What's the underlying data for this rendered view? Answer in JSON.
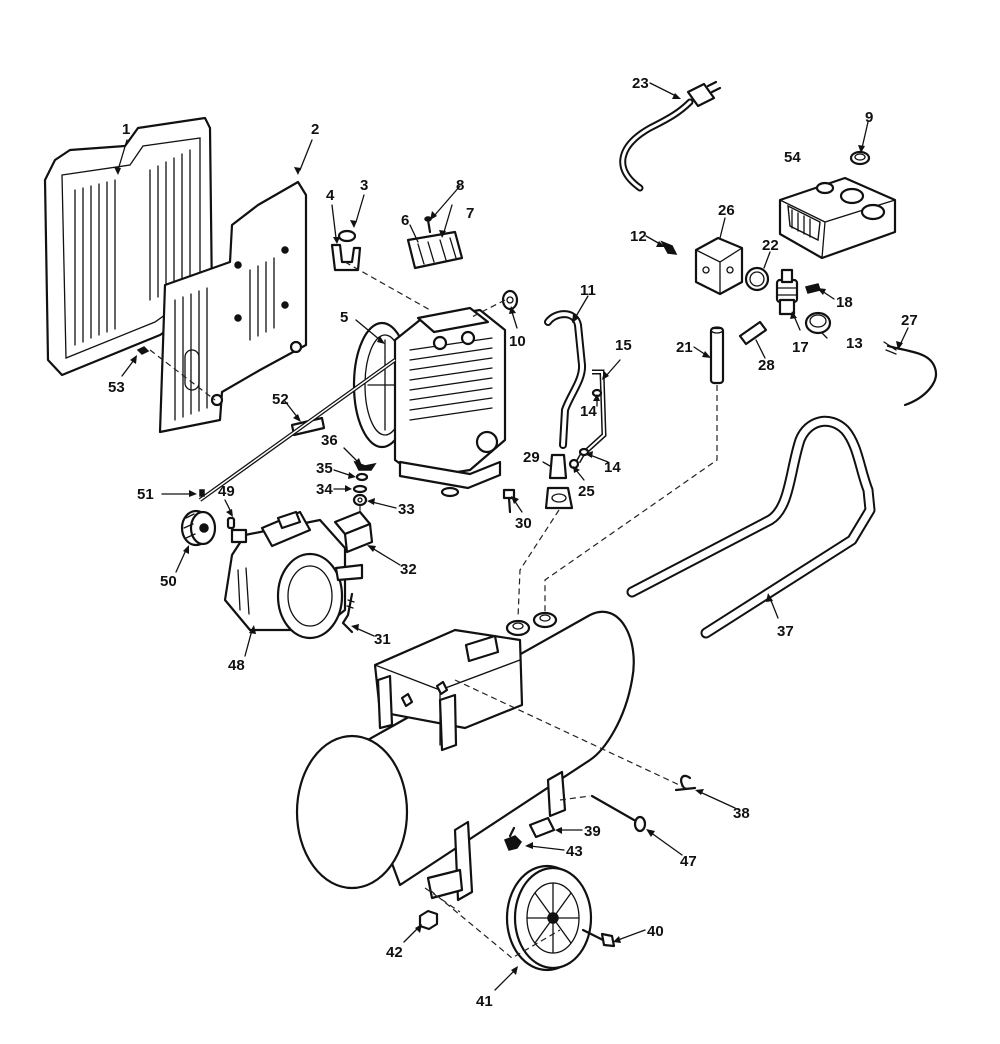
{
  "callouts": [
    {
      "id": "1",
      "text": "1"
    },
    {
      "id": "2",
      "text": "2"
    },
    {
      "id": "3",
      "text": "3"
    },
    {
      "id": "4",
      "text": "4"
    },
    {
      "id": "5",
      "text": "5"
    },
    {
      "id": "6",
      "text": "6"
    },
    {
      "id": "7",
      "text": "7"
    },
    {
      "id": "8",
      "text": "8"
    },
    {
      "id": "9",
      "text": "9"
    },
    {
      "id": "10",
      "text": "10"
    },
    {
      "id": "11",
      "text": "11"
    },
    {
      "id": "12",
      "text": "12"
    },
    {
      "id": "13",
      "text": "13"
    },
    {
      "id": "14a",
      "text": "14"
    },
    {
      "id": "14b",
      "text": "14"
    },
    {
      "id": "15",
      "text": "15"
    },
    {
      "id": "17",
      "text": "17"
    },
    {
      "id": "18",
      "text": "18"
    },
    {
      "id": "21",
      "text": "21"
    },
    {
      "id": "22",
      "text": "22"
    },
    {
      "id": "23",
      "text": "23"
    },
    {
      "id": "25",
      "text": "25"
    },
    {
      "id": "26",
      "text": "26"
    },
    {
      "id": "27",
      "text": "27"
    },
    {
      "id": "28",
      "text": "28"
    },
    {
      "id": "29",
      "text": "29"
    },
    {
      "id": "30",
      "text": "30"
    },
    {
      "id": "31",
      "text": "31"
    },
    {
      "id": "32",
      "text": "32"
    },
    {
      "id": "33",
      "text": "33"
    },
    {
      "id": "34",
      "text": "34"
    },
    {
      "id": "35",
      "text": "35"
    },
    {
      "id": "36",
      "text": "36"
    },
    {
      "id": "37",
      "text": "37"
    },
    {
      "id": "38",
      "text": "38"
    },
    {
      "id": "39",
      "text": "39"
    },
    {
      "id": "40",
      "text": "40"
    },
    {
      "id": "41",
      "text": "41"
    },
    {
      "id": "42",
      "text": "42"
    },
    {
      "id": "43",
      "text": "43"
    },
    {
      "id": "47",
      "text": "47"
    },
    {
      "id": "48",
      "text": "48"
    },
    {
      "id": "49",
      "text": "49"
    },
    {
      "id": "50",
      "text": "50"
    },
    {
      "id": "51",
      "text": "51"
    },
    {
      "id": "52",
      "text": "52"
    },
    {
      "id": "53",
      "text": "53"
    },
    {
      "id": "54",
      "text": "54"
    }
  ]
}
